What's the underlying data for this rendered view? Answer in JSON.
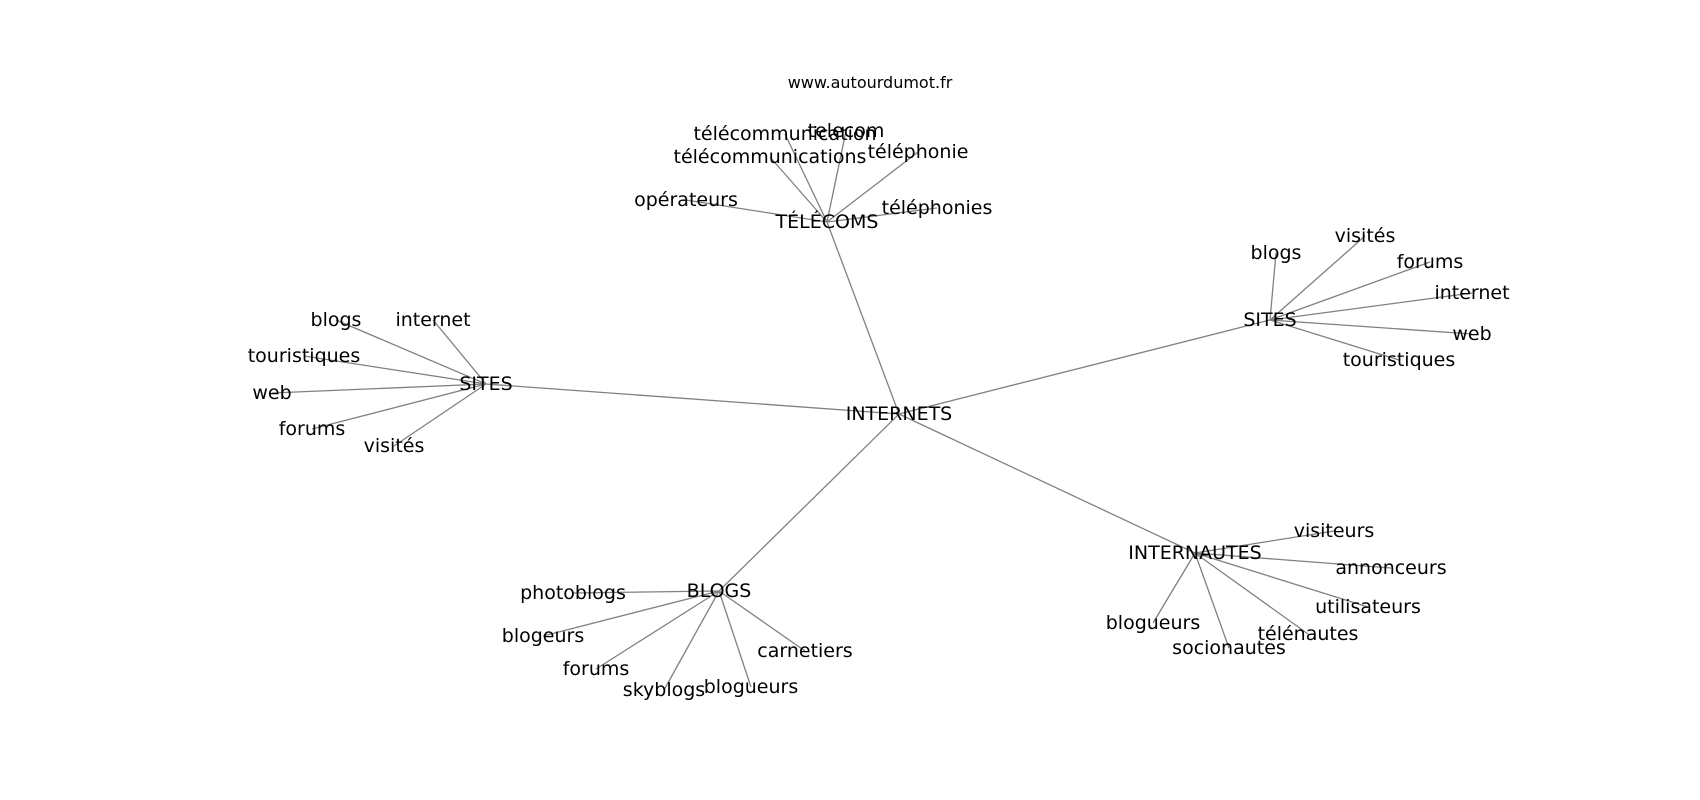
{
  "credit": "www.autourdumot.fr",
  "root": "INTERNETS",
  "clusters": [
    {
      "hub": "TÉLÉCOMS",
      "leaves": [
        "télécommunication",
        "telecom",
        "télécommunications",
        "téléphonie",
        "opérateurs",
        "téléphonies"
      ]
    },
    {
      "hub": "SITES",
      "leaves": [
        "blogs",
        "visités",
        "forums",
        "internet",
        "web",
        "touristiques"
      ]
    },
    {
      "hub": "SITES",
      "leaves": [
        "blogs",
        "internet",
        "touristiques",
        "web",
        "forums",
        "visités"
      ]
    },
    {
      "hub": "BLOGS",
      "leaves": [
        "photoblogs",
        "blogeurs",
        "forums",
        "skyblogs",
        "blogueurs",
        "carnetiers"
      ]
    },
    {
      "hub": "INTERNAUTES",
      "leaves": [
        "visiteurs",
        "annonceurs",
        "utilisateurs",
        "télénautes",
        "socionautes",
        "blogueurs"
      ]
    }
  ]
}
